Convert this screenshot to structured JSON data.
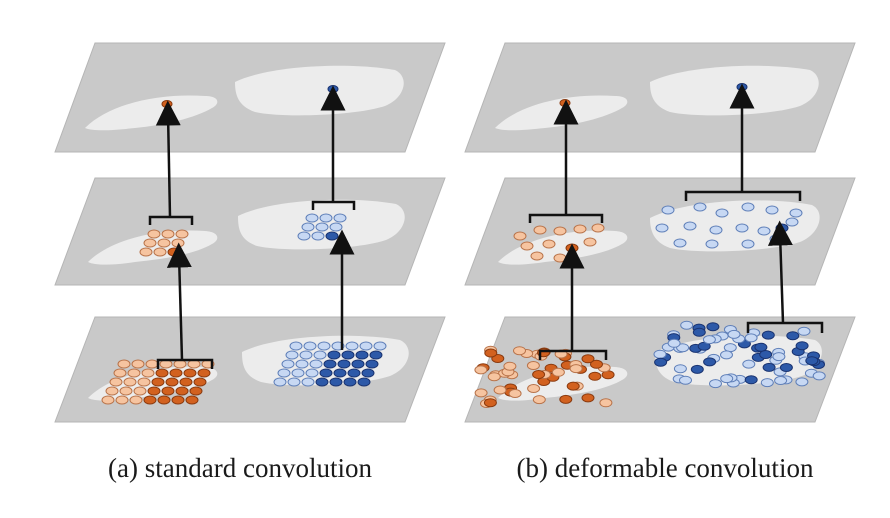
{
  "captions": {
    "standard": "(a) standard convolution",
    "deformable": "(b) deformable convolution"
  },
  "colors": {
    "page_background": "#ffffff",
    "layer_fill": "#c9c9c9",
    "animal_fill": "#ececec",
    "arrow": "#111111",
    "orange_light": "#f6c4a0",
    "orange_dark": "#d2611f",
    "blue_light": "#c7d8f3",
    "blue_dark": "#2d59a8"
  },
  "icons": {
    "sampling_point": "ellipse",
    "activation_unit": "ellipse",
    "arrow": "up-arrow",
    "bracket": "square-bracket"
  }
}
